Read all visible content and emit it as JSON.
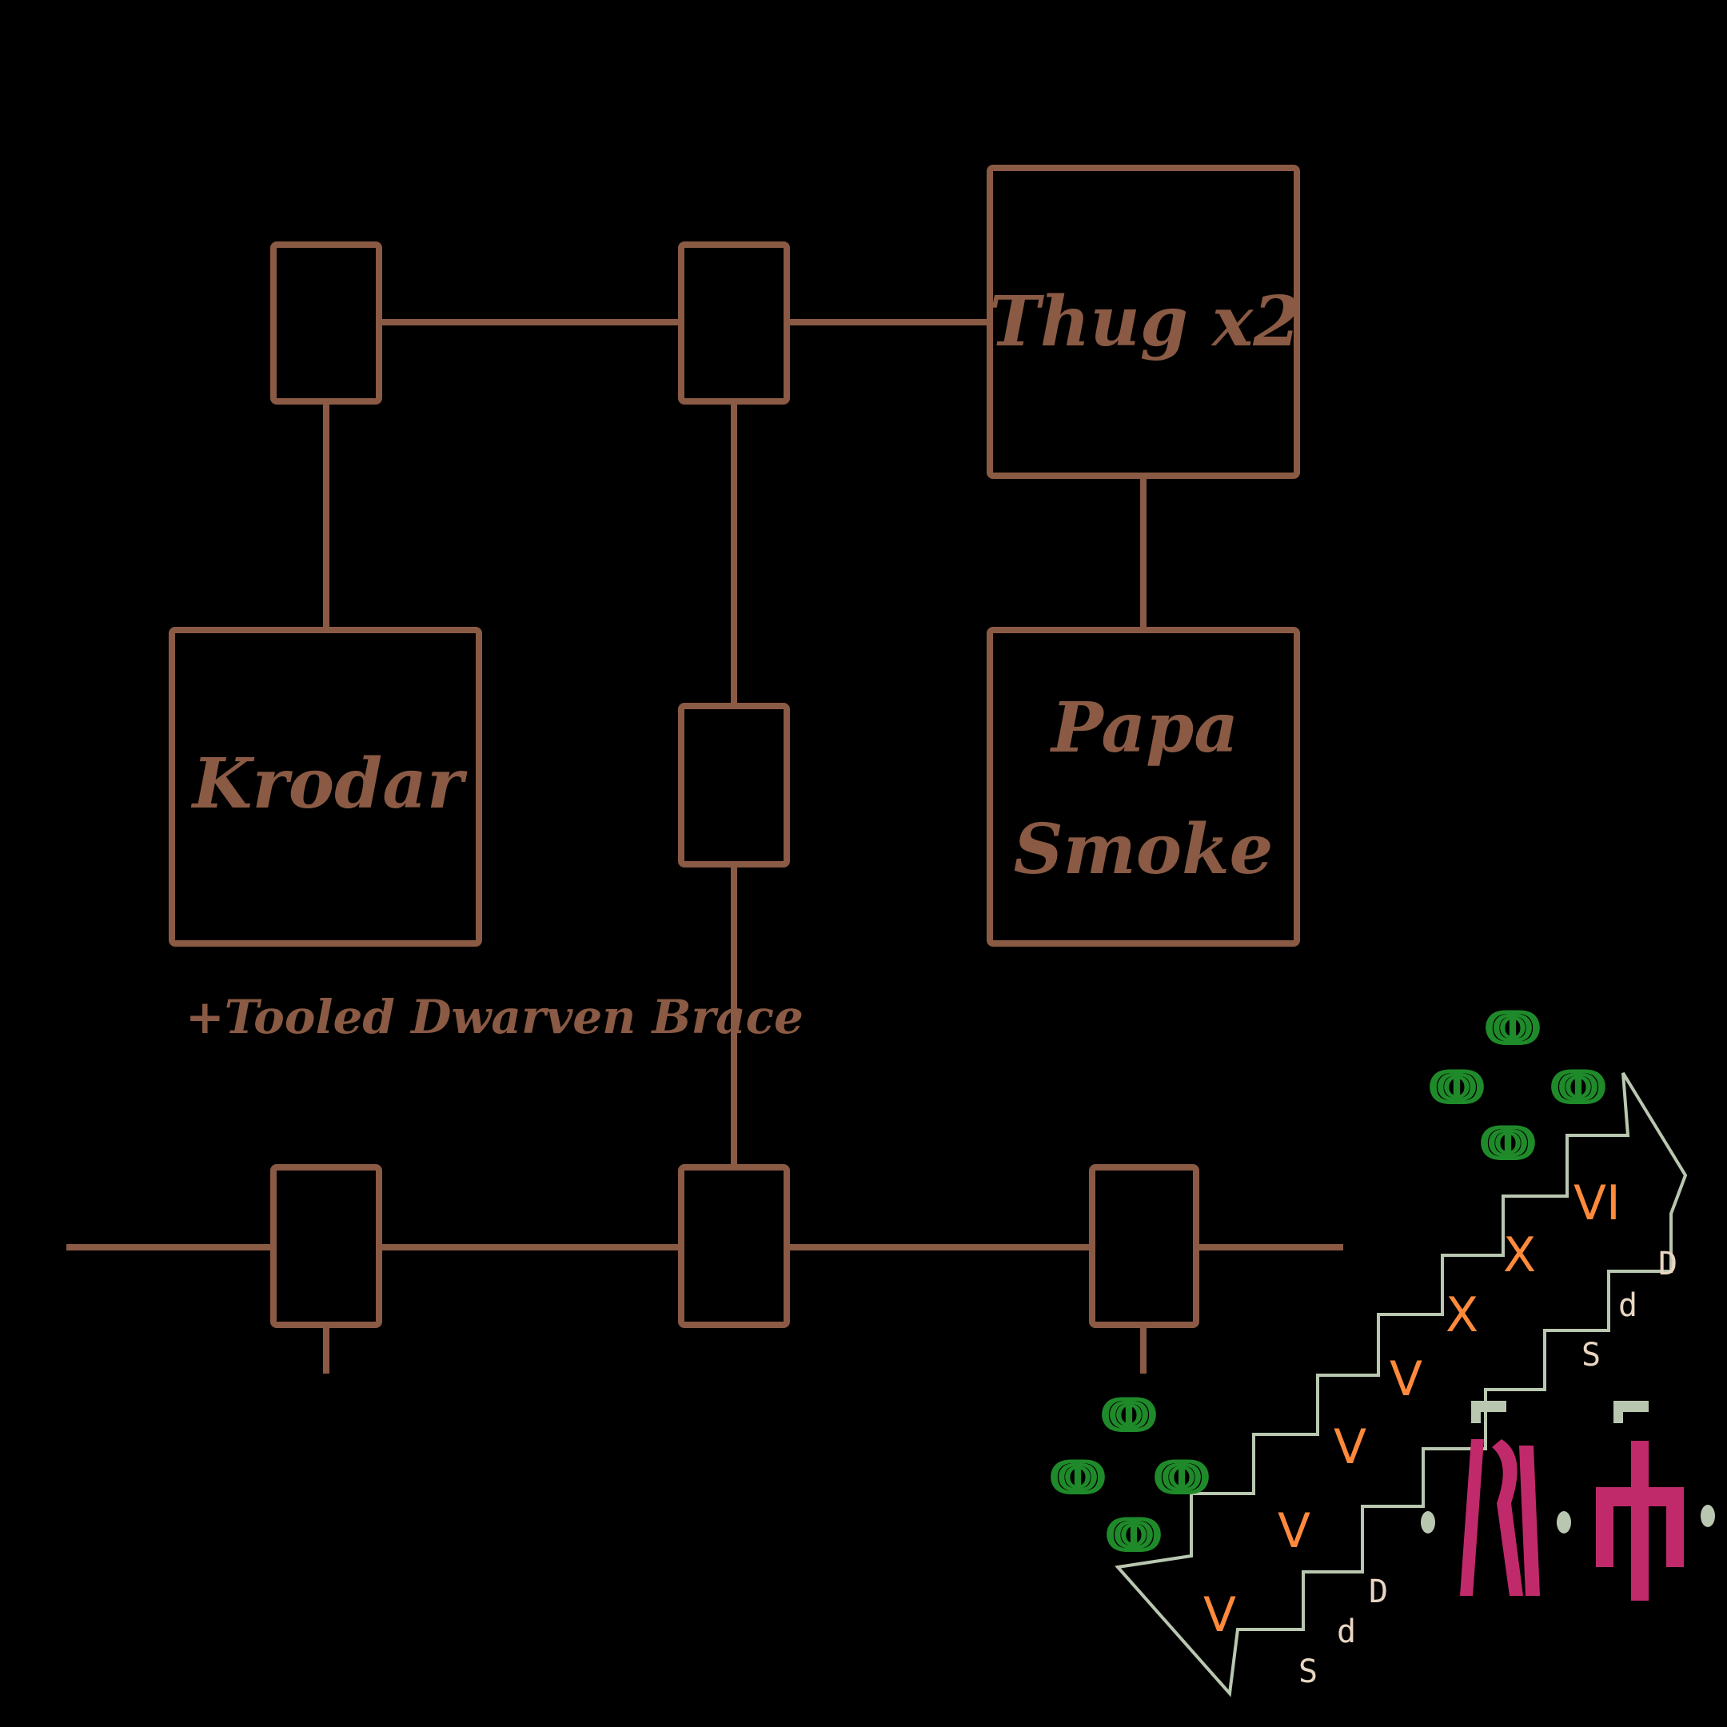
{
  "diagram": {
    "title": "",
    "colors": {
      "line": "#8a5a44",
      "text": "#8a5a44",
      "background": "#000000"
    },
    "rooms": {
      "thug": {
        "label": "Thug x2"
      },
      "krodar": {
        "label": "Krodar"
      },
      "papa_line1": {
        "label": "Papa"
      },
      "papa_line2": {
        "label": "Smoke"
      }
    },
    "note": "+Tooled Dwarven Brace"
  },
  "overlay": {
    "tallies": [
      "V",
      "VI",
      "X"
    ],
    "small_marks": [
      "S",
      "d",
      "D"
    ]
  }
}
